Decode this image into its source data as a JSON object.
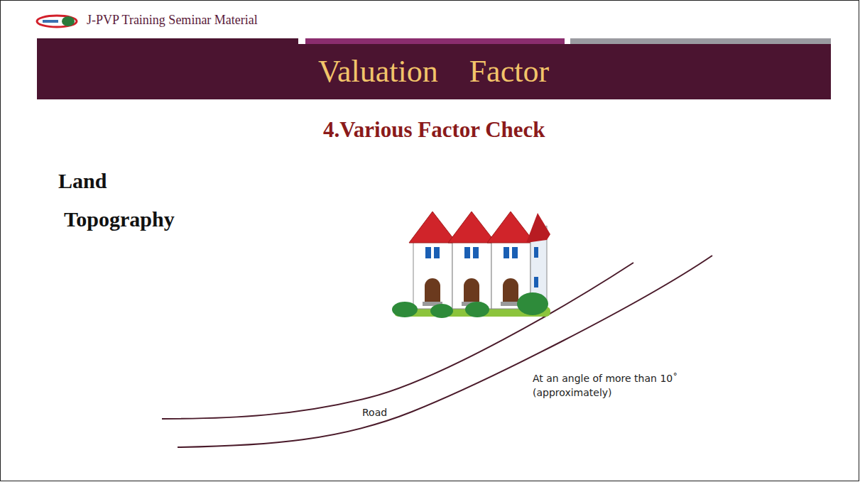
{
  "diagram": {
    "title": "Valuation　Factor",
    "labels": [
      "J-PVP Training Seminar Material",
      "4.Various Factor Check",
      "Land Topography",
      "Road",
      "At an angle of more than 10˚ (approximately)"
    ]
  }
}
